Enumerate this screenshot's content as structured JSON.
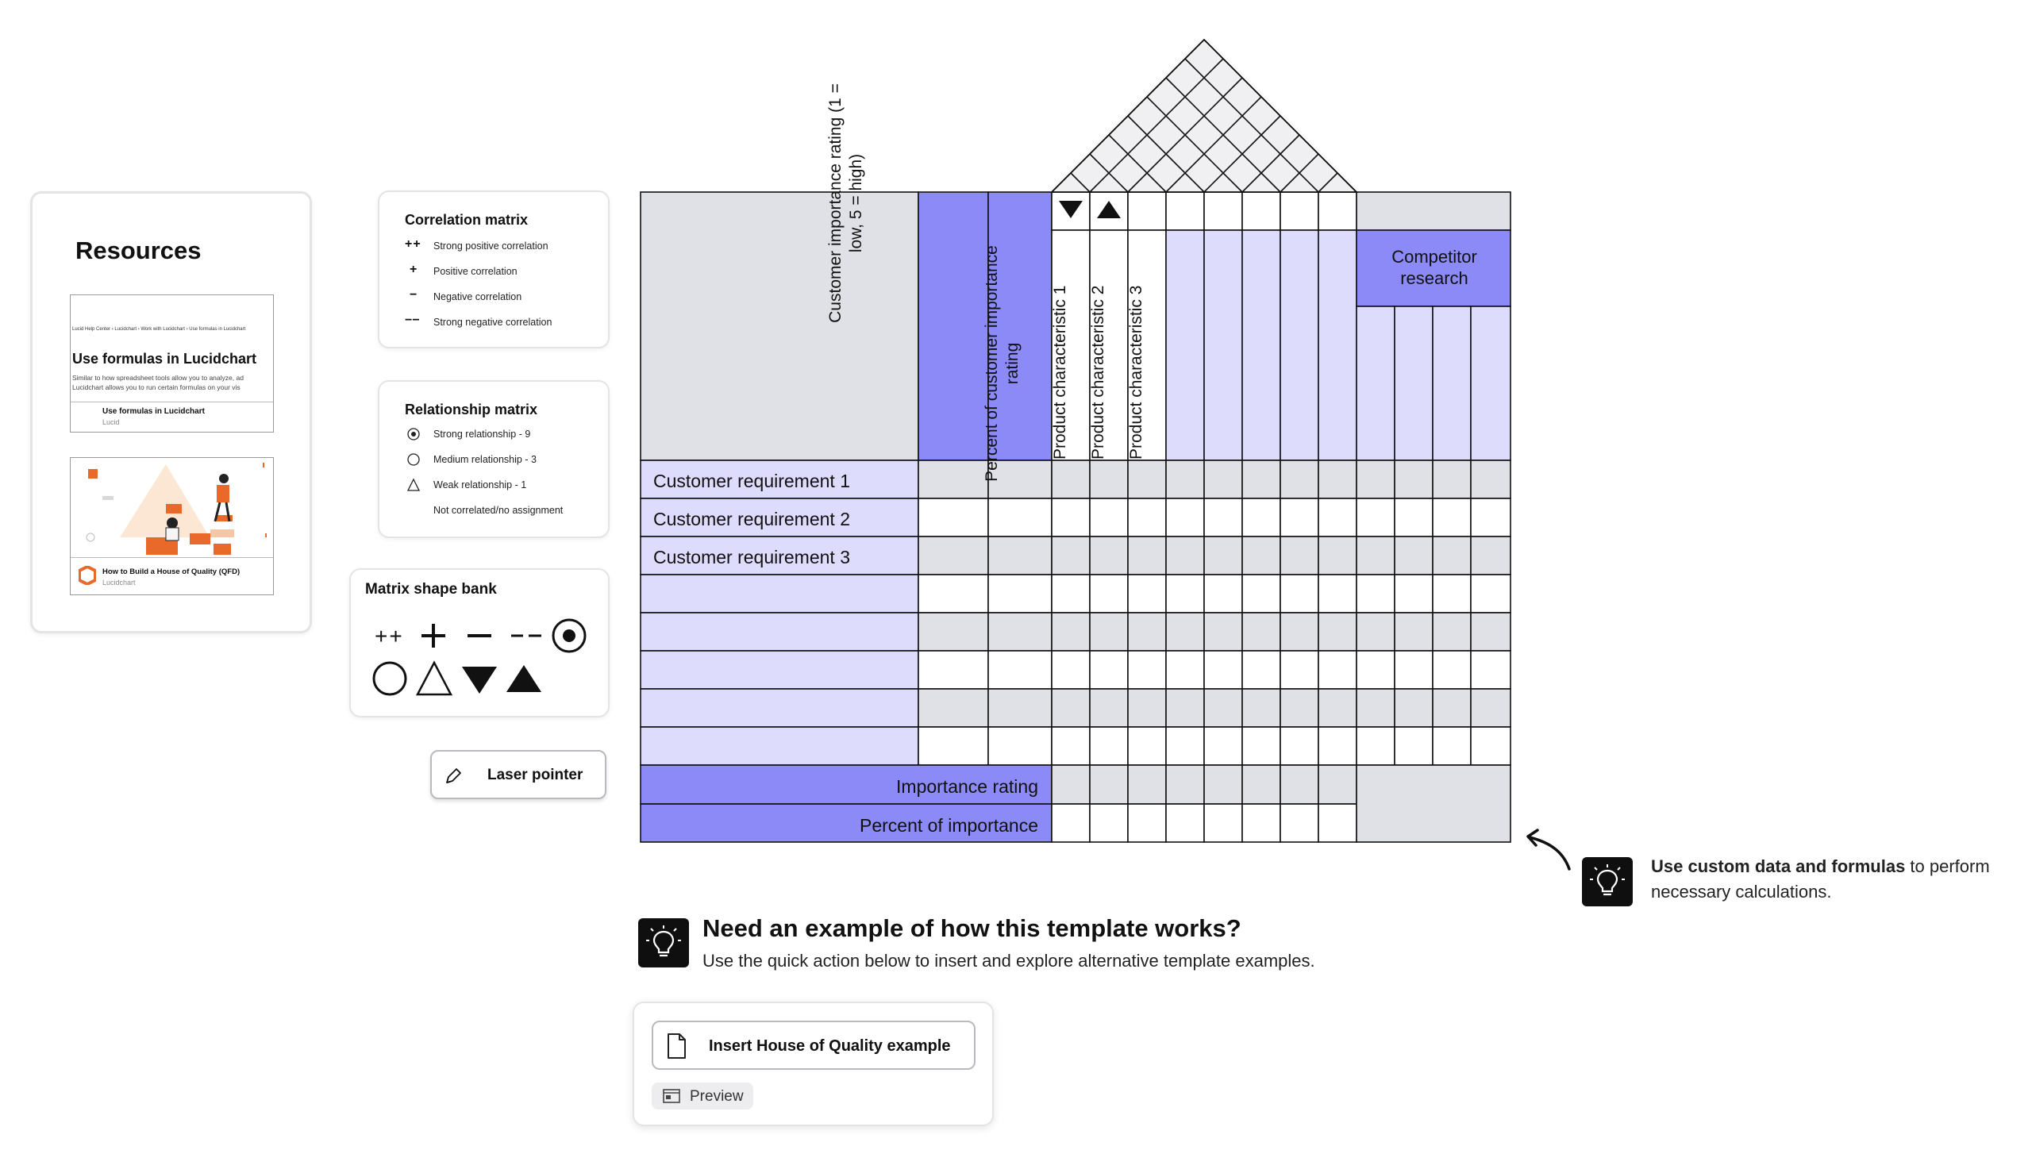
{
  "resources": {
    "title": "Resources",
    "card1": {
      "breadcrumb": "Lucid Help Center › Lucidchart › Work with Lucidchart › Use formulas in Lucidchart",
      "heading": "Use formulas in Lucidchart",
      "body": "Similar to how spreadsheet tools allow you to analyze, ad Lucidchart allows you to run certain formulas on your vis",
      "link_title": "Use formulas in Lucidchart",
      "link_source": "Lucid"
    },
    "card2": {
      "link_title": "How to Build a House of Quality (QFD)",
      "link_source": "Lucidchart"
    }
  },
  "correlation_legend": {
    "title": "Correlation matrix",
    "items": [
      {
        "symbol": "++",
        "label": "Strong positive correlation"
      },
      {
        "symbol": "+",
        "label": "Positive correlation"
      },
      {
        "symbol": "−",
        "label": "Negative correlation"
      },
      {
        "symbol": "−−",
        "label": "Strong negative correlation"
      }
    ]
  },
  "relationship_legend": {
    "title": "Relationship matrix",
    "items": [
      {
        "icon": "strong-relationship-icon",
        "label": "Strong relationship - 9"
      },
      {
        "icon": "medium-relationship-icon",
        "label": "Medium relationship - 3"
      },
      {
        "icon": "weak-relationship-icon",
        "label": "Weak relationship - 1"
      },
      {
        "icon": "none",
        "label": "Not correlated/no assignment"
      }
    ]
  },
  "shape_bank": {
    "title": "Matrix shape bank",
    "plus_plus": "++",
    "plus": "+",
    "minus": "−",
    "minus_minus": "−−"
  },
  "laser_pointer": {
    "label": "Laser pointer"
  },
  "hoq": {
    "col_customer_importance": "Customer importance  rating (1 = low, 5 = high)",
    "col_percent_customer": "Percent of customer importance rating",
    "product_characteristics": [
      "Product characteristic 1",
      "Product characteristic 2",
      "Product characteristic 3"
    ],
    "competitor_research": "Competitor research",
    "requirements": [
      "Customer requirement 1",
      "Customer requirement 2",
      "Customer requirement 3",
      "",
      "",
      "",
      "",
      ""
    ],
    "importance_rating": "Importance rating",
    "percent_of_importance": "Percent of importance",
    "direction_symbols": [
      "down-triangle",
      "up-triangle"
    ]
  },
  "tip": {
    "bold": "Use custom data and formulas",
    "rest": " to perform necessary calculations."
  },
  "example": {
    "title": "Need an example of how this template works?",
    "subtitle": "Use the quick action below to insert and explore alternative template examples.",
    "insert_button": "Insert House of Quality example",
    "preview_button": "Preview"
  },
  "colors": {
    "purple": "#8b8af7",
    "lavender": "#dedcfd",
    "gray": "#e0e1e6",
    "accent_orange": "#e8692a"
  }
}
